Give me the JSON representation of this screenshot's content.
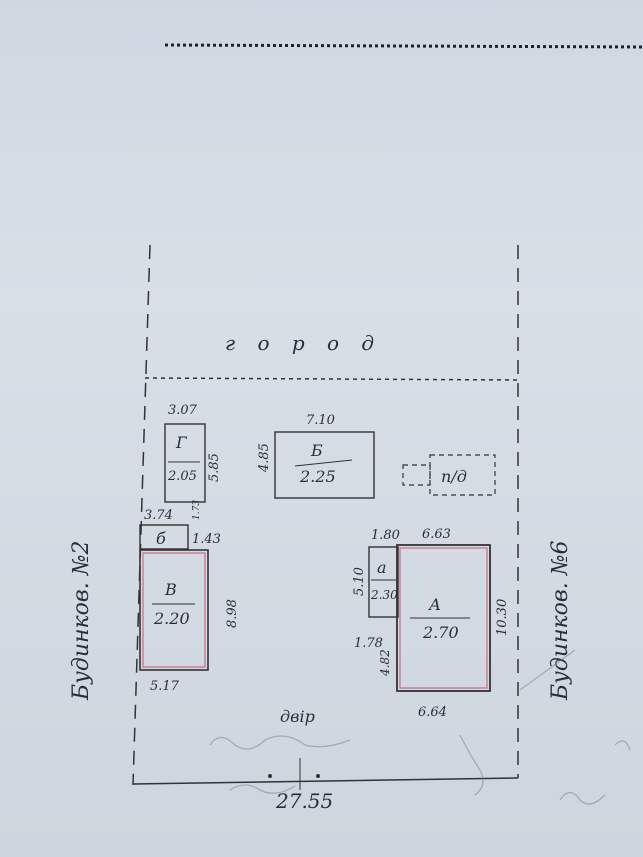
{
  "labels": {
    "garden": "г о р о д",
    "yard": "двір",
    "neighbor_left": "Будинков. №2",
    "neighbor_right": "Будинков. №6",
    "frontage": "27.55"
  },
  "buildings": {
    "A": {
      "letter": "А",
      "height": "2.70",
      "top": "6.63",
      "bottom": "6.64",
      "side": "10.30"
    },
    "a": {
      "letter": "а",
      "height": "2.30",
      "top": "1.80",
      "side": "5.10",
      "side2": "4.82",
      "gap": "1.78"
    },
    "B": {
      "letter": "Б",
      "height": "2.25",
      "top": "7.10",
      "side": "4.85"
    },
    "V": {
      "letter": "В",
      "height": "2.20",
      "bottom": "5.17",
      "side": "8.98"
    },
    "G": {
      "letter": "Г",
      "height": "2.05",
      "top": "3.07",
      "side": "5.85"
    },
    "b": {
      "letter": "б",
      "top": "3.74",
      "side": "1.43",
      "side2": "1.73"
    },
    "pg": {
      "letter": "п/д"
    }
  },
  "colors": {
    "ink": "#2a2e38",
    "outline_pink": "#c96b8a"
  }
}
